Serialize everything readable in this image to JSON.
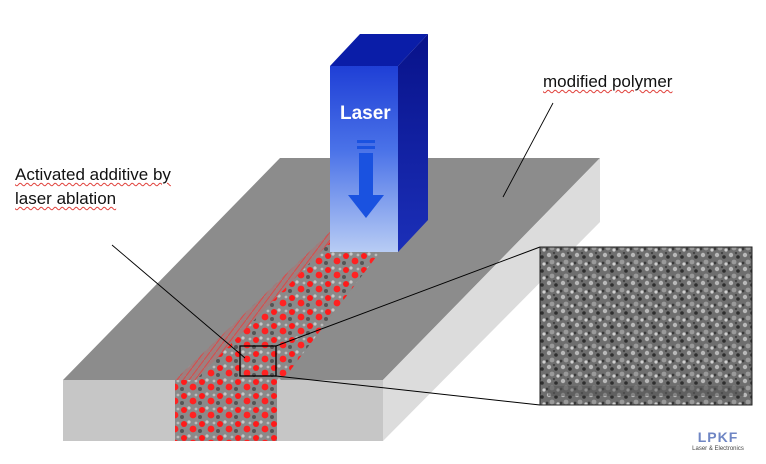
{
  "labels": {
    "laser": "Laser",
    "modified_polymer": "modified polymer",
    "activated_line1": "Activated additive by",
    "activated_line2": "laser ablation"
  },
  "logo": {
    "mark": "LPKF",
    "subtitle": "Laser & Electronics"
  },
  "colors": {
    "polymer_top": "#8c8c8c",
    "polymer_front": "#c8c8c8",
    "polymer_side": "#dddddd",
    "laser_blue": "#1f3fd6",
    "laser_light": "#a9c2f0",
    "ablation_red": "#ff1111",
    "arrow_blue": "#1a52e0"
  }
}
